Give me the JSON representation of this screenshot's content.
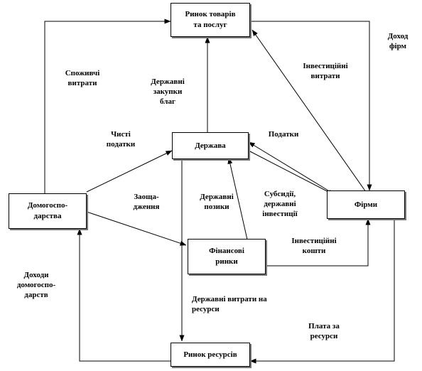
{
  "nodes": {
    "goods_market": "Ринок товарів\nта послуг",
    "government": "Держава",
    "households": "Домогоспо-\nдарства",
    "firms": "Фірми",
    "financial_markets": "Фінансові\nринки",
    "resource_market": "Ринок ресурсів"
  },
  "flows": {
    "consumer_spending": "Споживчі\nвитрати",
    "government_purchases": "Державні\nзакупки\nблаг",
    "firm_income": "Доход\nфірм",
    "investment_spending": "Інвестиційні\nвитрати",
    "net_taxes": "Чисті\nподатки",
    "taxes": "Податки",
    "savings": "Заоща-\nдження",
    "government_borrowing": "Державні\nпозики",
    "subsidies": "Субсидії,\nдержавні\nінвестиції",
    "investment_funds": "Інвестиційні\nкошти",
    "household_income": "Доходи\nдомогоспо-\nдарств",
    "government_resource_spending": "Державні витрати на\nресурси",
    "resource_payment": "Плата за\nресурси"
  },
  "colors": {
    "line": "#000000",
    "box_border": "#000000"
  }
}
